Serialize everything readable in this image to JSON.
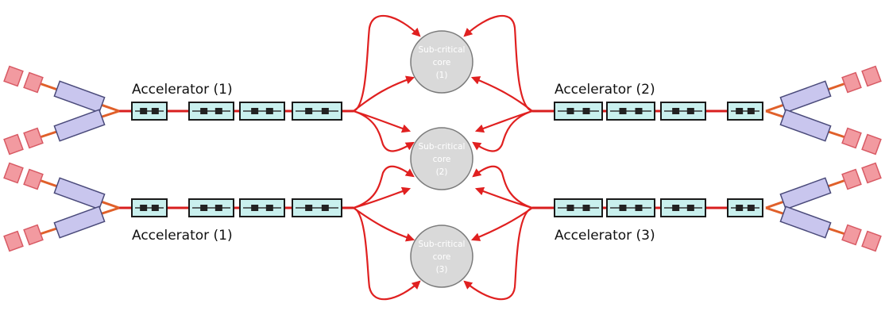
{
  "accelerators": [
    {
      "label": "Accelerator (1)"
    },
    {
      "label": "Accelerator (2)"
    },
    {
      "label": "Accelerator (1)"
    },
    {
      "label": "Accelerator (3)"
    }
  ],
  "cores": [
    {
      "line1": "Sub-critical",
      "line2": "core",
      "line3": "(1)"
    },
    {
      "line1": "Sub-critical",
      "line2": "core",
      "line3": "(2)"
    },
    {
      "line1": "Sub-critical",
      "line2": "core",
      "line3": "(3)"
    }
  ],
  "colors": {
    "beam_line": "#d81e1e",
    "transfer_arrow": "#e02020",
    "cavity_fill": "#c9f0ee",
    "cavity_stroke": "#1a1a1a",
    "source_fill": "#f29aa0",
    "source_stroke": "#d85a64",
    "lebt_fill": "#c9c6ee",
    "lebt_stroke": "#4a4a7a",
    "injector_line": "#e0602a",
    "core_fill": "#d9d9d9",
    "core_stroke": "#7a7a7a",
    "core_text": "#ffffff"
  }
}
